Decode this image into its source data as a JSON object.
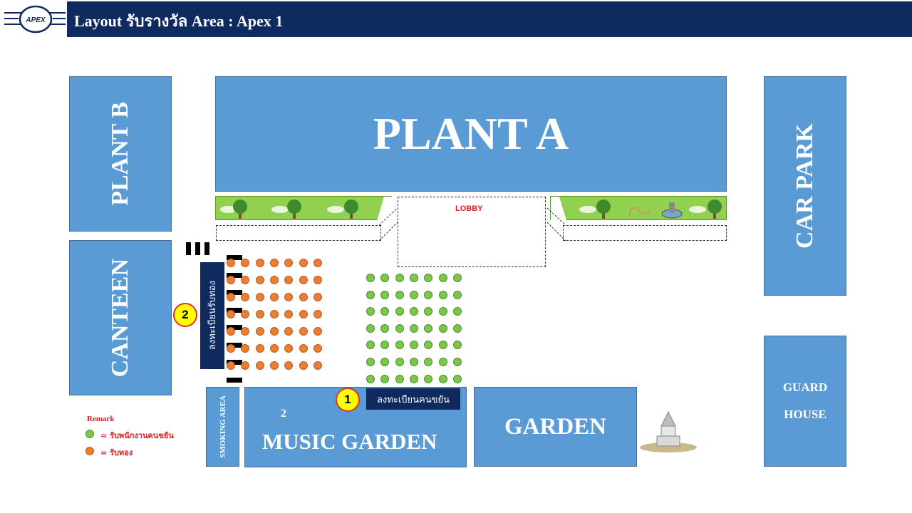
{
  "header": {
    "title": "Layout รับรางวัล Area : Apex 1",
    "logo_text": "APEX"
  },
  "buildings": {
    "plant_a": "PLANT A",
    "plant_b": "PLANT B",
    "canteen": "CANTEEN",
    "car_park": "CAR PARK",
    "guard_house_line1": "GUARD",
    "guard_house_line2": "HOUSE",
    "smoking_area": "SMOKING AREA",
    "music_garden": "MUSIC GARDEN",
    "music_garden_number": "2",
    "garden": "GARDEN"
  },
  "lobby": "LOBBY",
  "registration": {
    "gold_desk": "ลงทะเบียนรับทอง",
    "diligent_desk": "ลงทะเบียนคนขยัน",
    "marker_1": "1",
    "marker_2": "2"
  },
  "remark": {
    "title": "Remark",
    "green_label": "= รับพนักงานคนขยัน",
    "orange_label": "= รับทอง"
  },
  "colors": {
    "building": "#5b9bd5",
    "header": "#0f2a5f",
    "green_seat": "#7cc64a",
    "orange_seat": "#ed7d31",
    "marker": "#ffff00"
  },
  "seating": {
    "orange_rows": 7,
    "orange_cols": 7,
    "green_rows": 7,
    "green_cols": 7
  }
}
